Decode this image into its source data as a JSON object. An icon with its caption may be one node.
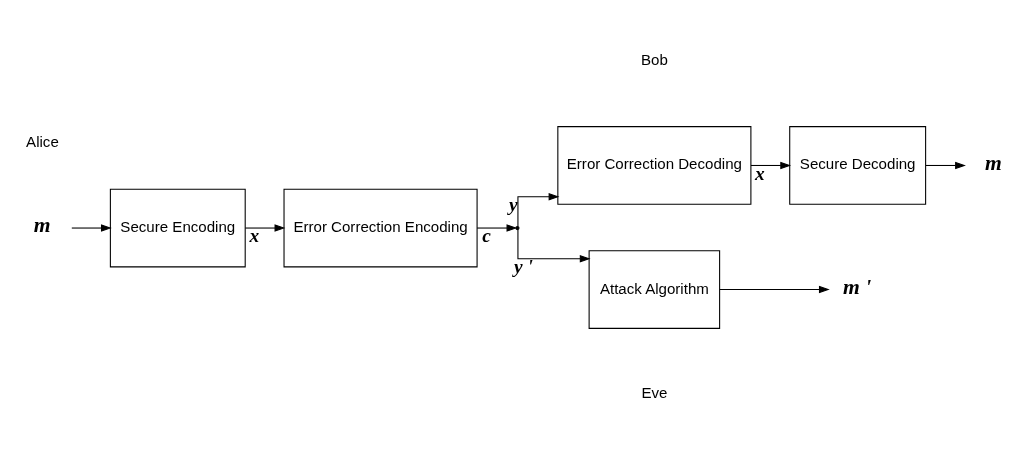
{
  "diagram": {
    "nodes": [
      {
        "text": [
          "m"
        ]
      },
      {
        "text": [
          "Secure Encoding"
        ]
      },
      {
        "text": [
          "Error Correction Encoding"
        ]
      },
      {
        "text": [],
        "shape": "point"
      },
      {
        "text": [
          "Error Correction Decoding"
        ]
      },
      {
        "text": [
          "Secure Decoding"
        ]
      },
      {
        "text": [
          "m"
        ]
      },
      {
        "text": [
          "Attack Algorithm"
        ]
      },
      {
        "text": [
          "m '"
        ]
      }
    ],
    "edges": [
      {
        "from": 0,
        "to": 1,
        "arrow": "to"
      },
      {
        "from": 1,
        "to": 2,
        "arrow": "to",
        "label": "x"
      },
      {
        "from": 2,
        "to": 3,
        "arrow": "to",
        "label": "c"
      },
      {
        "from": 3,
        "to": 4,
        "arrow": "to",
        "label": "y"
      },
      {
        "from": 4,
        "to": 5,
        "arrow": "to",
        "label": "x"
      },
      {
        "from": 5,
        "to": 6,
        "arrow": "to"
      },
      {
        "from": 3,
        "to": 7,
        "arrow": "to",
        "label": "y '"
      },
      {
        "from": 7,
        "to": 8,
        "arrow": "to"
      }
    ],
    "labels": [
      "Bob",
      "Alice",
      "Eve"
    ]
  }
}
